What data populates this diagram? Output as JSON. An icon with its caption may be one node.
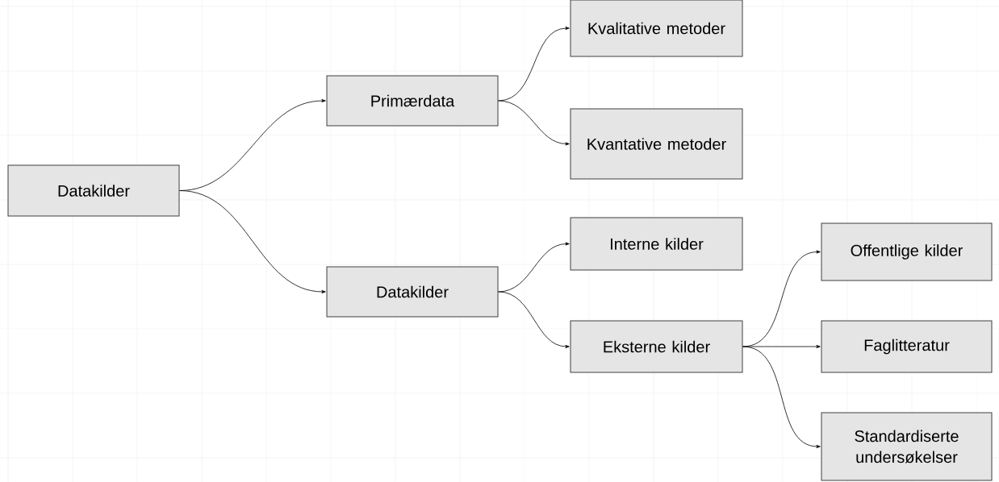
{
  "diagram": {
    "nodes": [
      {
        "text": [
          "Datakilder"
        ]
      },
      {
        "text": [
          "Primærdata"
        ]
      },
      {
        "text": [
          "Kvalitative metoder"
        ]
      },
      {
        "text": [
          "Kvantative metoder"
        ]
      },
      {
        "text": [
          "Datakilder"
        ]
      },
      {
        "text": [
          "Interne kilder"
        ]
      },
      {
        "text": [
          "Eksterne kilder"
        ]
      },
      {
        "text": [
          "Offentlige kilder"
        ]
      },
      {
        "text": [
          "Faglitteratur"
        ]
      },
      {
        "text": [
          "Standardiserte undersøkelser"
        ]
      }
    ],
    "edges": [
      {
        "from": 0,
        "to": 1,
        "arrow": "to"
      },
      {
        "from": 0,
        "to": 4,
        "arrow": "to"
      },
      {
        "from": 1,
        "to": 2,
        "arrow": "to"
      },
      {
        "from": 1,
        "to": 3,
        "arrow": "to"
      },
      {
        "from": 4,
        "to": 5,
        "arrow": "to"
      },
      {
        "from": 4,
        "to": 6,
        "arrow": "to"
      },
      {
        "from": 6,
        "to": 7,
        "arrow": "to"
      },
      {
        "from": 6,
        "to": 8,
        "arrow": "to"
      },
      {
        "from": 6,
        "to": 9,
        "arrow": "to"
      }
    ]
  }
}
